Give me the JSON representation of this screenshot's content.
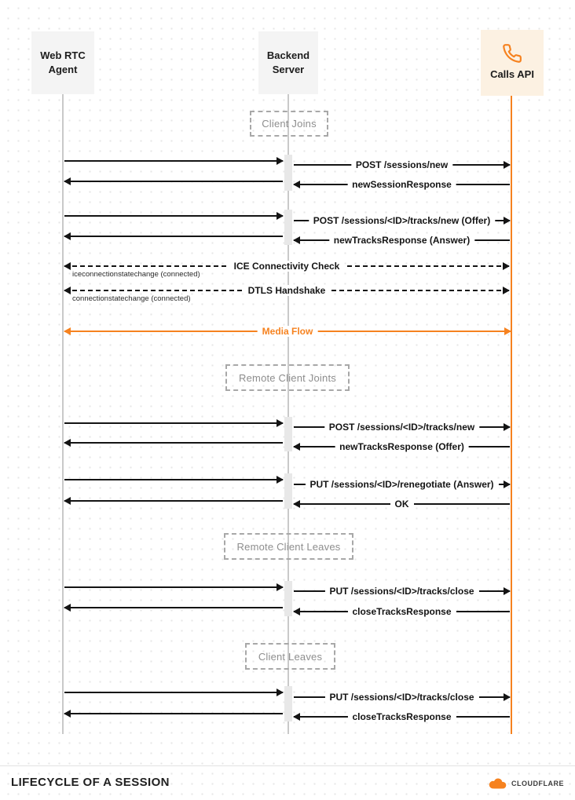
{
  "colors": {
    "accent_orange": "#f6821f",
    "lifeline_gray": "#c9c9c9"
  },
  "actors": {
    "webrtc_agent": {
      "line1": "Web RTC",
      "line2": "Agent"
    },
    "backend_server": {
      "line1": "Backend",
      "line2": "Server"
    },
    "calls_api": {
      "label": "Calls API",
      "icon": "phone-icon"
    }
  },
  "sections": {
    "client_joins": "Client Joins",
    "remote_client_joins": "Remote Client Joints",
    "remote_client_leaves": "Remote Client Leaves",
    "client_leaves": "Client Leaves"
  },
  "messages": {
    "post_sessions_new": "POST /sessions/new",
    "new_session_response": "newSessionResponse",
    "post_tracks_new_offer": "POST /sessions/<ID>/tracks/new (Offer)",
    "new_tracks_response_answer": "newTracksResponse (Answer)",
    "ice_connectivity_check": "ICE Connectivity Check",
    "ice_note": "iceconnectionstatechange (connected)",
    "dtls_handshake": "DTLS Handshake",
    "dtls_note": "connectionstatechange (connected)",
    "media_flow": "Media Flow",
    "post_tracks_new": "POST /sessions/<ID>/tracks/new",
    "new_tracks_response_offer": "newTracksResponse (Offer)",
    "put_renegotiate_answer": "PUT /sessions/<ID>/renegotiate (Answer)",
    "ok": "OK",
    "put_tracks_close": "PUT /sessions/<ID>/tracks/close",
    "close_tracks_response": "closeTracksResponse"
  },
  "footer": {
    "title": "LIFECYCLE OF A SESSION",
    "brand": "CLOUDFLARE"
  }
}
